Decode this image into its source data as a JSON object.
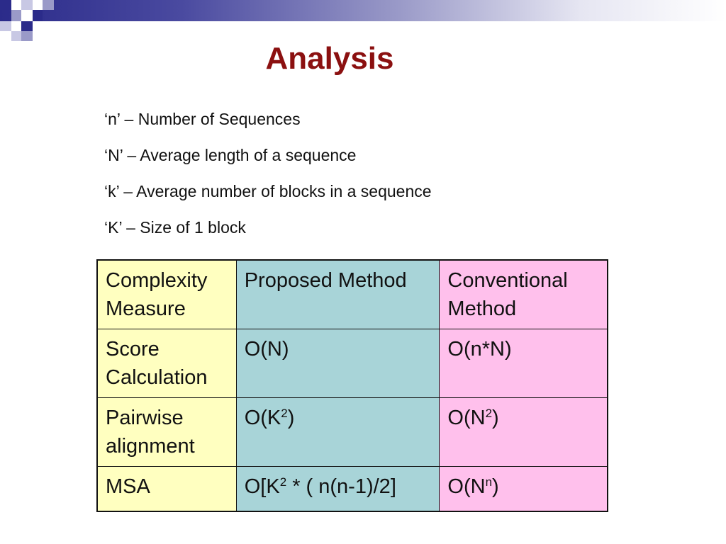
{
  "slide": {
    "title": "Analysis",
    "definitions": [
      "‘n’ – Number of Sequences",
      "‘N’ – Average length of a sequence",
      "‘k’ – Average number of blocks in a sequence",
      "‘K’ – Size of 1 block"
    ],
    "table": {
      "header": [
        "Complexity Measure",
        "Proposed Method",
        "Conventional Method"
      ],
      "rows": [
        {
          "measure": "Score Calculation",
          "proposed": "O(N)",
          "conventional": "O(n*N)"
        },
        {
          "measure": "Pairwise alignment",
          "proposed_base": "O(K",
          "proposed_sup": "2",
          "proposed_tail": ")",
          "conventional_base": "O(N",
          "conventional_sup": "2",
          "conventional_tail": ")"
        },
        {
          "measure": "MSA",
          "proposed_base": "O[K",
          "proposed_sup": "2",
          "proposed_tail": " * ( n(n-1)/2]",
          "conventional_base": "O(N",
          "conventional_sup": "n",
          "conventional_tail": ")"
        }
      ]
    }
  },
  "colors": {
    "title": "#8b1010",
    "col_measure": "#ffffc0",
    "col_proposed": "#a8d4d8",
    "col_conventional": "#ffc0ec",
    "band_dark": "#2b2b8a"
  }
}
